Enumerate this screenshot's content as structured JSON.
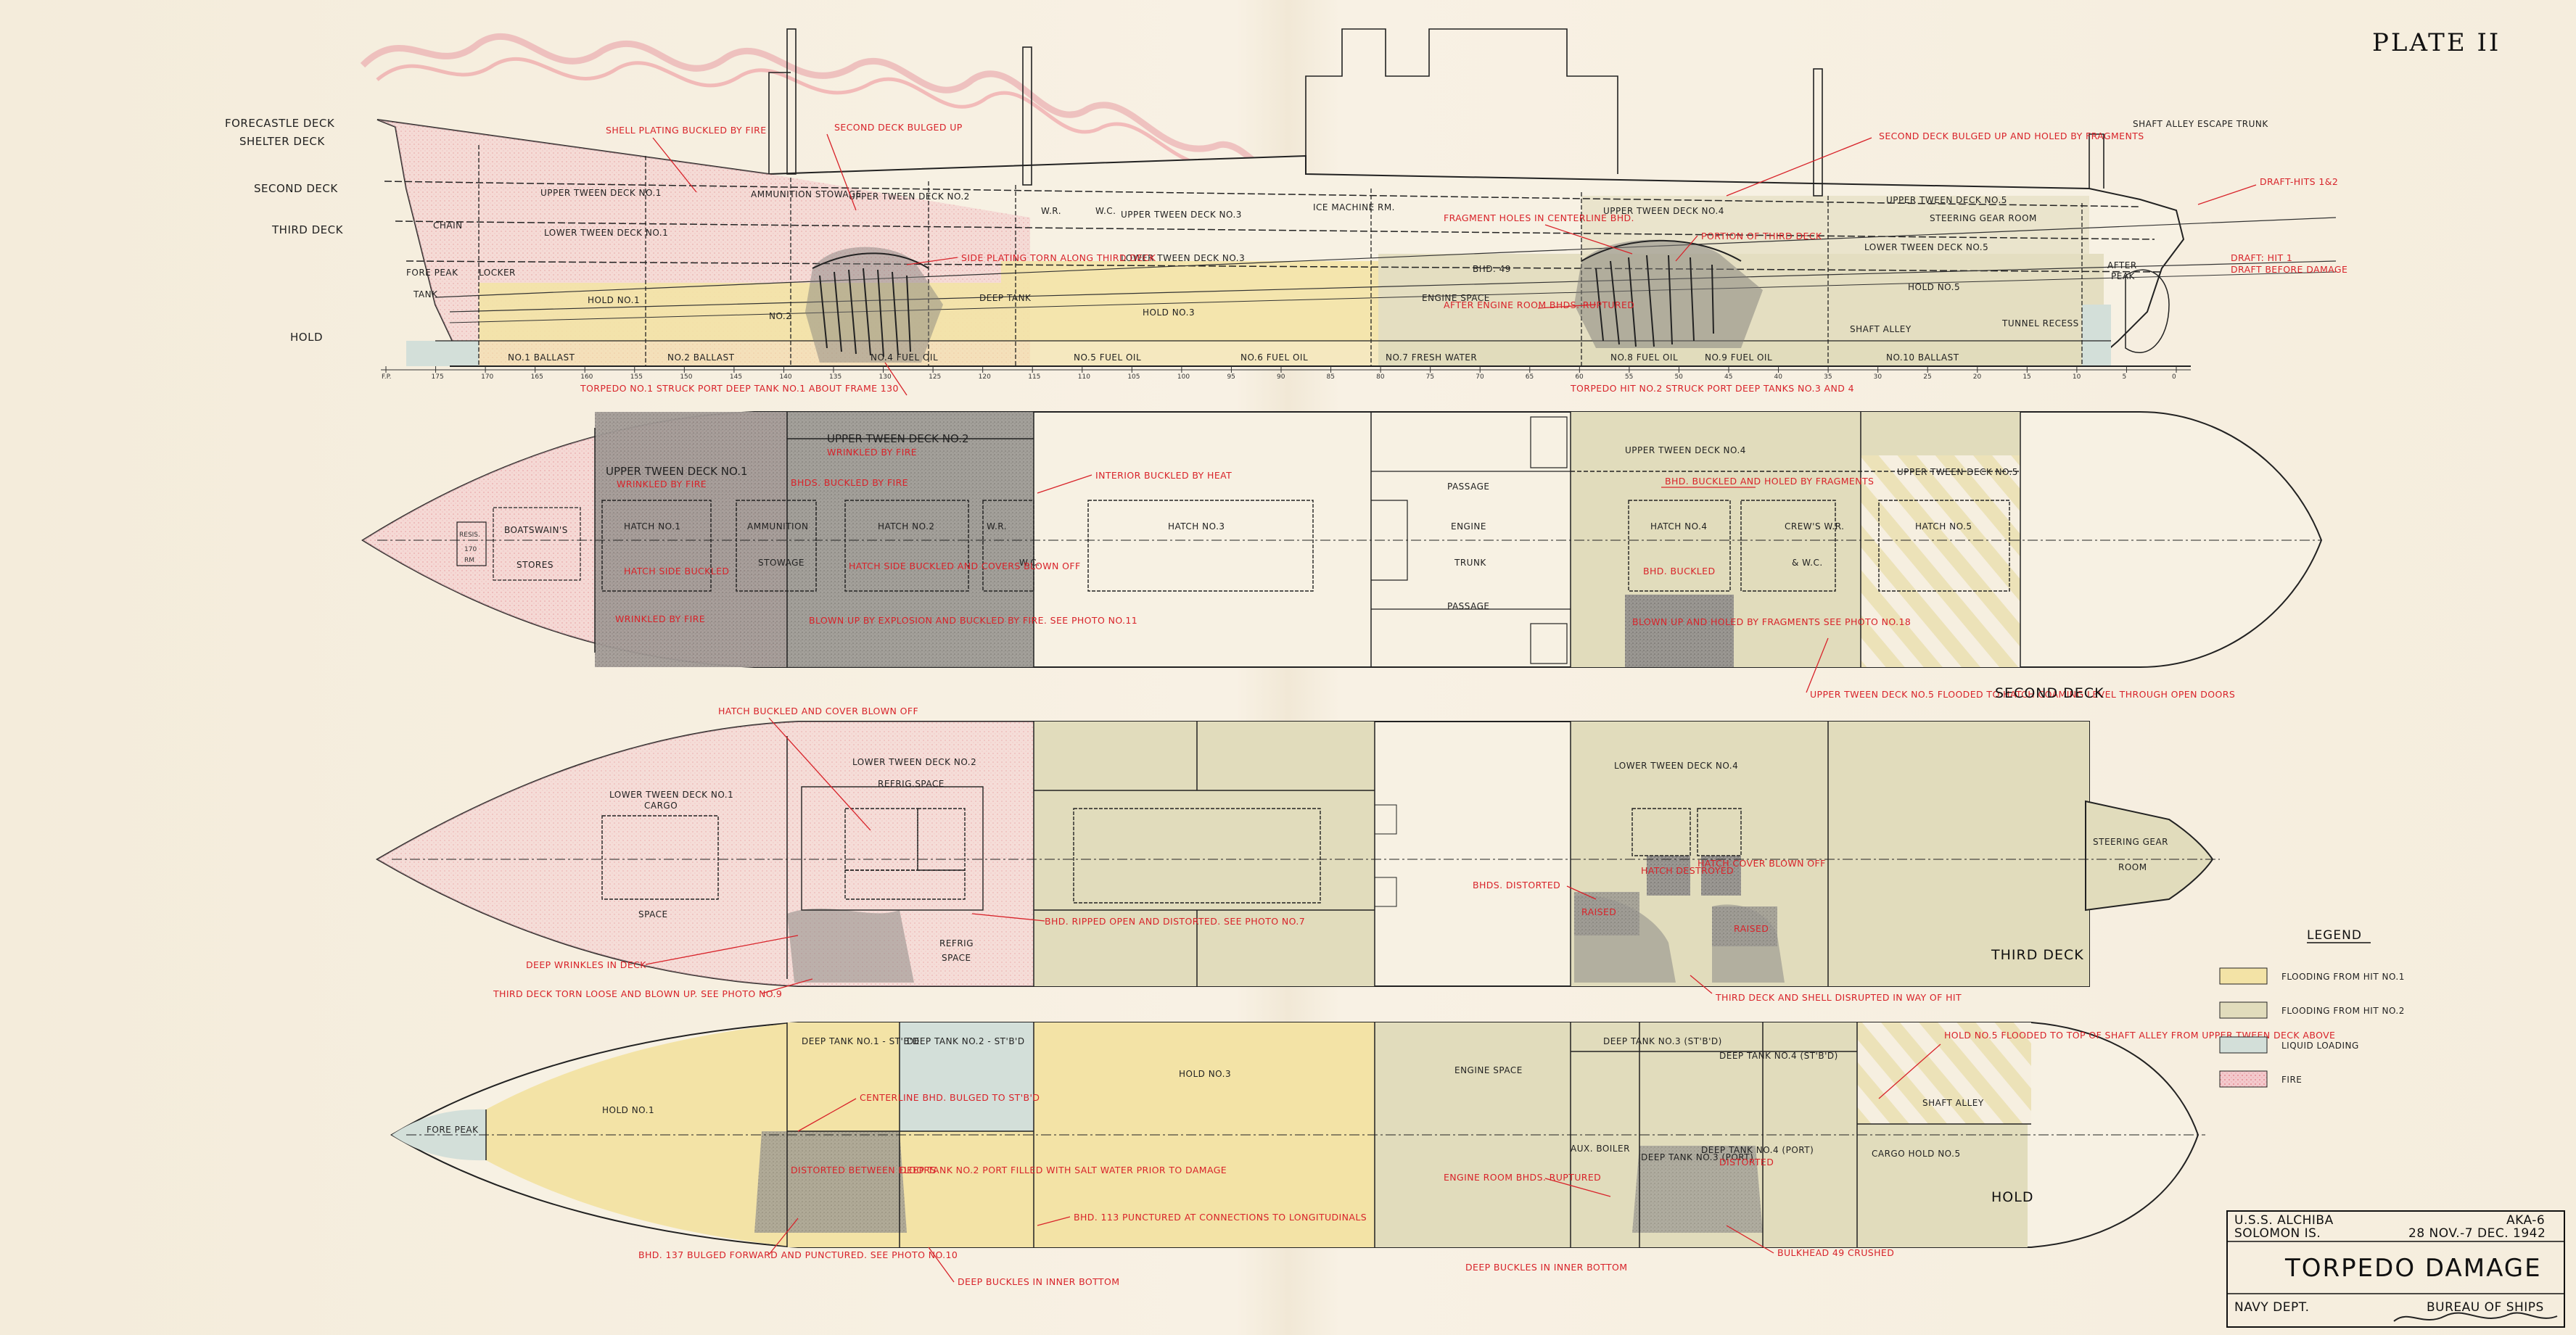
{
  "plate_label": "PLATE II",
  "colors": {
    "flood_hit1": "#f3e3a6",
    "flood_hit2": "#e1dcbc",
    "liquid_loading": "#d3dfd9",
    "fire": "#f2aeb6",
    "annotation_red": "#d8232a",
    "damage_grey": "#8c8a86"
  },
  "profile": {
    "deck_labels": [
      "FORECASTLE DECK",
      "SHELTER DECK",
      "SECOND DECK",
      "THIRD DECK",
      "HOLD"
    ],
    "compartments": [
      "UPPER TWEEN DECK NO.1",
      "AMMUNITION STOWAGE",
      "UPPER TWEEN DECK NO.2",
      "W.R.",
      "W.C.",
      "UPPER TWEEN DECK NO.3",
      "ICE MACHINE RM.",
      "UPPER TWEEN DECK NO.4",
      "UPPER TWEEN DECK NO.5",
      "STEERING GEAR ROOM",
      "LOWER TWEEN DECK NO.1",
      "CHAIN",
      "LOCKER",
      "FORE PEAK",
      "TANK",
      "LOWER TWEEN DECK NO.3",
      "LOWER TWEEN DECK NO.5",
      "HOLD NO.1",
      "NO.2",
      "DEEP TANK",
      "HOLD NO.3",
      "BHD. 49",
      "ENGINE SPACE",
      "HOLD NO.5",
      "SHAFT ALLEY",
      "TUNNEL RECESS",
      "AFTER",
      "PEAK",
      "NO.1 BALLAST",
      "NO.2 BALLAST",
      "NO.4 FUEL OIL",
      "NO.5 FUEL OIL",
      "NO.6 FUEL OIL",
      "NO.7 FRESH WATER",
      "NO.8 FUEL OIL",
      "NO.9 FUEL OIL",
      "NO.10 BALLAST",
      "SHAFT ALLEY ESCAPE TRUNK"
    ],
    "frames": [
      "F.P.",
      "175",
      "170",
      "165",
      "160",
      "155",
      "150",
      "145",
      "140",
      "135",
      "130",
      "125",
      "120",
      "115",
      "110",
      "105",
      "100",
      "95",
      "90",
      "85",
      "80",
      "75",
      "70",
      "65",
      "60",
      "55",
      "50",
      "45",
      "40",
      "35",
      "30",
      "25",
      "20",
      "15",
      "10",
      "5",
      "0"
    ],
    "annotations": [
      "SHELL PLATING BUCKLED BY FIRE",
      "SECOND DECK BULGED UP",
      "SIDE PLATING TORN ALONG THIRD DECK",
      "TORPEDO NO.1 STRUCK PORT DEEP TANK NO.1 ABOUT FRAME 130",
      "SECOND DECK BULGED UP AND HOLED BY FRAGMENTS",
      "FRAGMENT HOLES IN CENTERLINE BHD.",
      "PORTION OF THIRD DECK",
      "AFTER ENGINE ROOM BHDS. RUPTURED",
      "TORPEDO HIT NO.2 STRUCK PORT DEEP TANKS NO.3 AND 4",
      "DRAFT-HITS 1&2",
      "DRAFT: HIT 1",
      "DRAFT BEFORE DAMAGE"
    ]
  },
  "second_deck": {
    "label": "SECOND DECK",
    "compartments": [
      "RESIS.",
      "170",
      "RM",
      "BOATSWAIN'S",
      "STORES",
      "UPPER TWEEN DECK NO.1",
      "HATCH NO.1",
      "AMMUNITION",
      "STOWAGE",
      "UPPER TWEEN DECK NO.2",
      "HATCH NO.2",
      "W.R.",
      "W.C.",
      "HATCH NO.3",
      "PASSAGE",
      "ENGINE",
      "TRUNK",
      "PASSAGE",
      "UPPER TWEEN DECK NO.4",
      "HATCH NO.4",
      "CREW'S W.R.",
      "& W.C.",
      "UPPER TWEEN DECK NO.5",
      "HATCH NO.5"
    ],
    "annotations": [
      "WRINKLED BY FIRE",
      "WRINKLED BY FIRE",
      "BHDS. BUCKLED BY FIRE",
      "HATCH SIDE BUCKLED",
      "HATCH SIDE BUCKLED AND COVERS BLOWN OFF",
      "WRINKLED BY FIRE",
      "BLOWN UP BY EXPLOSION AND BUCKLED BY FIRE. SEE PHOTO NO.11",
      "INTERIOR BUCKLED BY HEAT",
      "BHD. BUCKLED AND HOLED BY FRAGMENTS",
      "BHD. BUCKLED",
      "BLOWN UP AND HOLED BY FRAGMENTS SEE PHOTO NO.18",
      "UPPER TWEEN DECK NO.5 FLOODED TO HATCH COAMING LEVEL THROUGH OPEN DOORS"
    ]
  },
  "third_deck": {
    "label": "THIRD DECK",
    "compartments": [
      "LOWER TWEEN DECK NO.1",
      "CARGO",
      "SPACE",
      "LOWER TWEEN DECK NO.2",
      "REFRIG.SPACE",
      "REFRIG",
      "SPACE",
      "LOWER TWEEN DECK NO.4",
      "HATCH DESTROYED",
      "HATCH COVER BLOWN OFF",
      "RAISED",
      "RAISED",
      "STEERING GEAR",
      "ROOM"
    ],
    "annotations": [
      "HATCH BUCKLED AND COVER BLOWN OFF",
      "DEEP WRINKLES IN DECK",
      "THIRD DECK TORN LOOSE AND BLOWN UP. SEE PHOTO NO.9",
      "BHD. RIPPED OPEN AND DISTORTED. SEE PHOTO NO.7",
      "BHDS. DISTORTED",
      "THIRD DECK AND SHELL DISRUPTED IN WAY OF HIT"
    ]
  },
  "hold": {
    "label": "HOLD",
    "compartments": [
      "FORE PEAK",
      "HOLD NO.1",
      "DEEP TANK NO.1 - ST'B'D",
      "DEEP TANK NO.2 - ST'B'D",
      "HOLD NO.3",
      "ENGINE SPACE",
      "DEEP TANK NO.3 (ST'B'D)",
      "DEEP TANK NO.4 (ST'B'D)",
      "SHAFT ALLEY",
      "AUX. BOILER",
      "DEEP TANK NO.3 (PORT)",
      "DEEP TANK NO.4 (PORT)",
      "CARGO HOLD NO.5"
    ],
    "annotations": [
      "CENTERLINE BHD. BULGED TO ST'B'D",
      "DISTORTED BETWEEN FLOORS",
      "DEEP TANK NO.2 PORT FILLED WITH SALT WATER PRIOR TO DAMAGE",
      "BHD. 137 BULGED FORWARD AND PUNCTURED. SEE PHOTO NO.10",
      "BHD. 113 PUNCTURED AT CONNECTIONS TO LONGITUDINALS",
      "DEEP BUCKLES IN INNER BOTTOM",
      "ENGINE ROOM BHDS. RUPTURED",
      "DISTORTED",
      "DEEP BUCKLES IN INNER BOTTOM",
      "BULKHEAD 49 CRUSHED",
      "HOLD NO.5 FLOODED TO TOP OF SHAFT ALLEY FROM UPPER TWEEN DECK ABOVE"
    ]
  },
  "legend": {
    "title": "LEGEND",
    "items": [
      {
        "label": "FLOODING FROM HIT NO.1",
        "color": "#f3e3a6"
      },
      {
        "label": "FLOODING FROM HIT NO.2",
        "color": "#e1dcbc"
      },
      {
        "label": "LIQUID LOADING",
        "color": "#d3dfd9"
      },
      {
        "label": "FIRE",
        "color": "#f2aeb6"
      }
    ]
  },
  "title_block": {
    "ship": "U.S.S. ALCHIBA",
    "location": "SOLOMON IS.",
    "hull": "AKA-6",
    "dates": "28 NOV.-7 DEC. 1942",
    "title": "TORPEDO DAMAGE",
    "dept": "NAVY DEPT.",
    "bureau": "BUREAU OF SHIPS"
  }
}
